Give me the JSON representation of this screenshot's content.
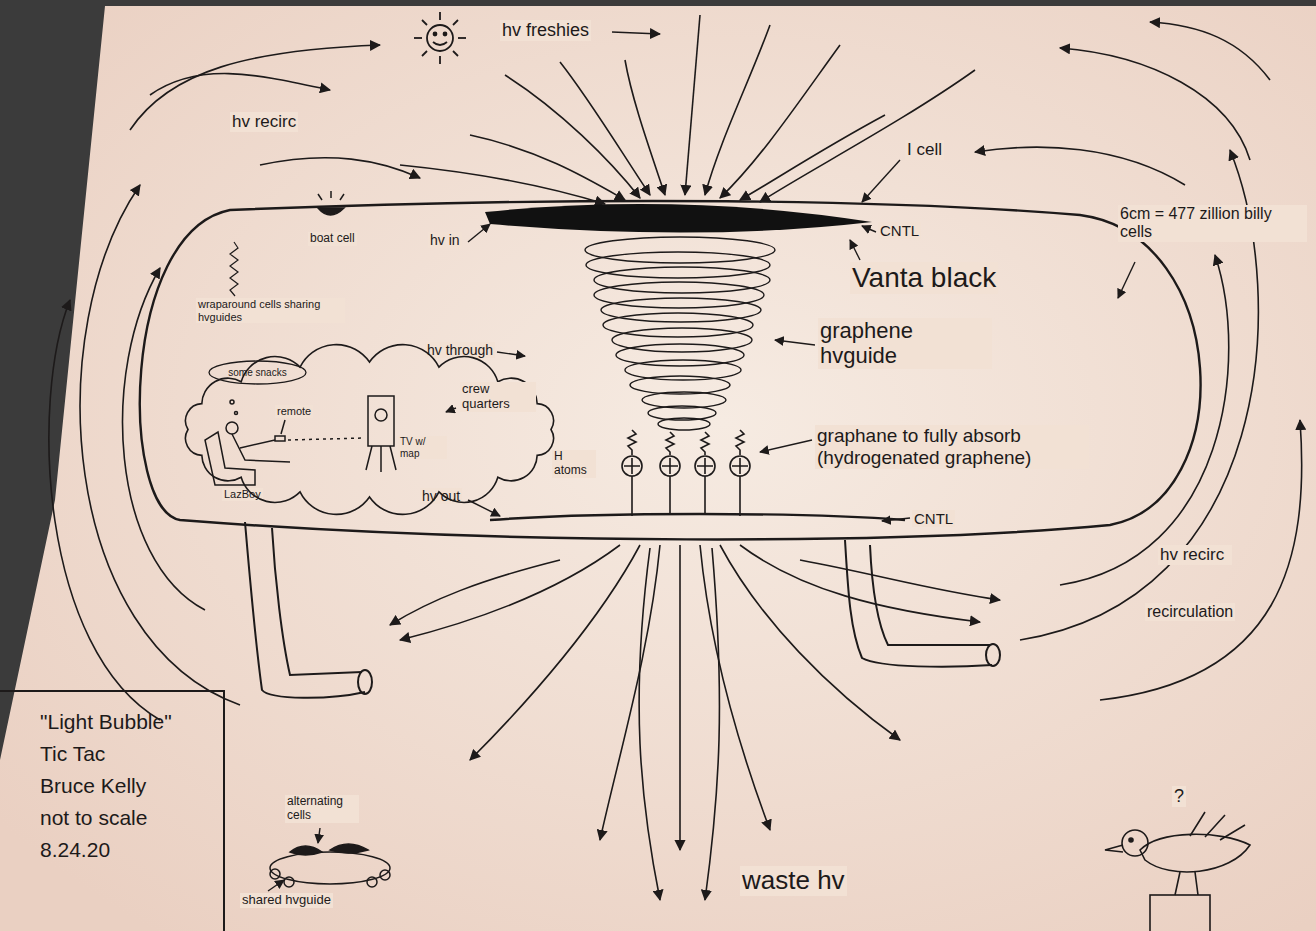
{
  "diagram": {
    "nodes": [
      {
        "text": [
          "crew quarters"
        ]
      },
      {
        "text": [
          "some snacks"
        ],
        "in": 0
      },
      {
        "text": [
          "\"Light Bubble\"",
          "Tic Tac",
          "Bruce Kelly",
          "not to scale",
          "8.24.20"
        ]
      }
    ],
    "labels": [
      "hv freshies",
      "hv recirc",
      "I cell",
      "boat cell",
      "hv in",
      "CNTL",
      "Vanta black",
      "graphene hvguide",
      "6cm = 477 zillion billy cells",
      "wraparound cells sharing hvguides",
      "hv through",
      "remote",
      "TV w/ map",
      "LazBoy",
      "H atoms",
      "graphane to fully absorb (hydrogenated graphene)",
      "hv out",
      "CNTL",
      "hv recirc",
      "recirculation",
      "alternating cells",
      "shared hvguide",
      "waste hv",
      "?"
    ]
  }
}
